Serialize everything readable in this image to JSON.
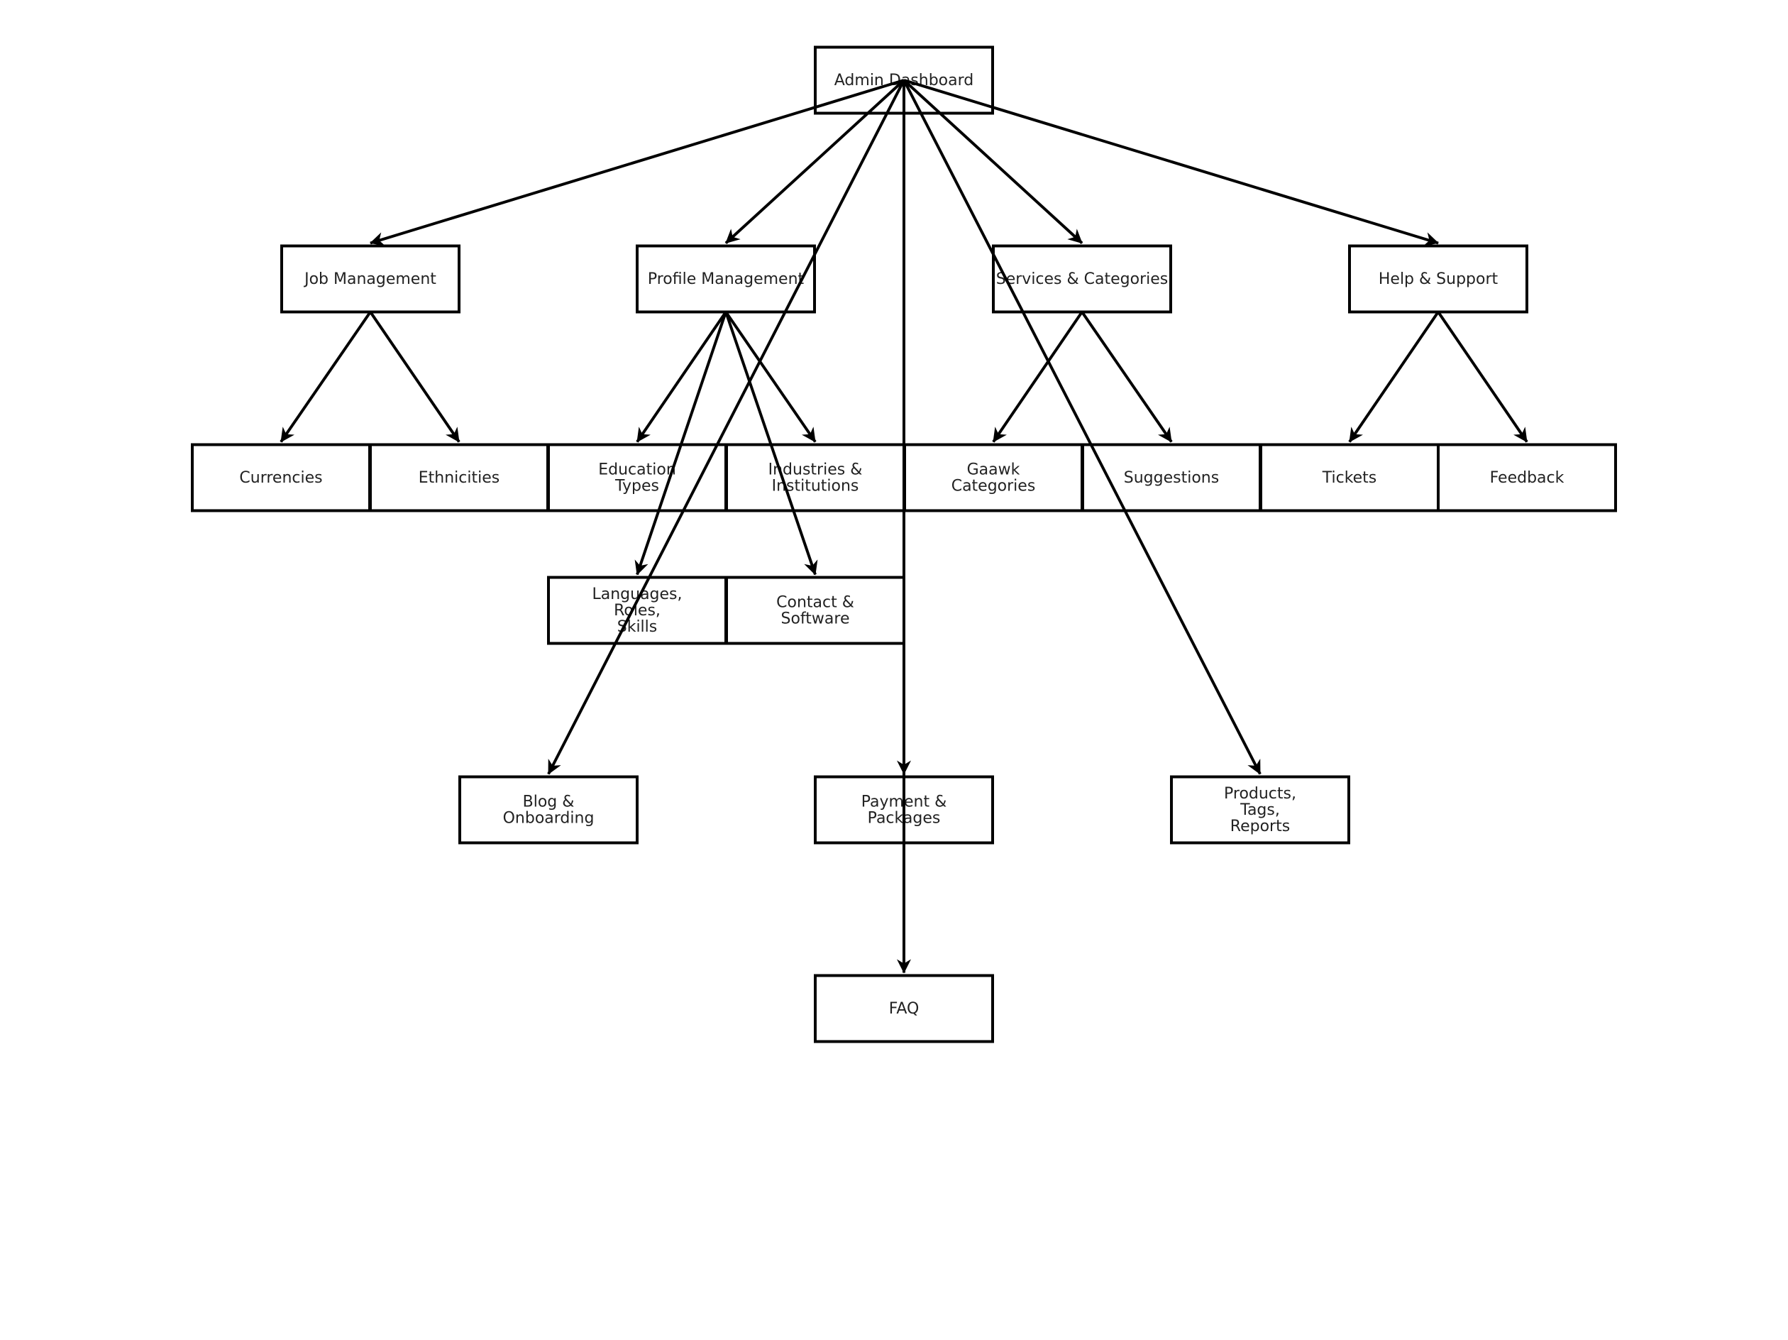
{
  "diagram": {
    "colors": {
      "background": "#ffffff",
      "stroke": "#000000",
      "box_fill": "#ffffff",
      "text": "#222222"
    },
    "nodes": [
      {
        "id": "admin-dashboard",
        "label": [
          "Admin Dashboard"
        ]
      },
      {
        "id": "job-management",
        "label": [
          "Job Management"
        ]
      },
      {
        "id": "profile-management",
        "label": [
          "Profile Management"
        ]
      },
      {
        "id": "services-categories",
        "label": [
          "Services & Categories"
        ]
      },
      {
        "id": "help-support",
        "label": [
          "Help & Support"
        ]
      },
      {
        "id": "currencies",
        "label": [
          "Currencies"
        ]
      },
      {
        "id": "ethnicities",
        "label": [
          "Ethnicities"
        ]
      },
      {
        "id": "education-types",
        "label": [
          "Education",
          "Types"
        ]
      },
      {
        "id": "industries-institutions",
        "label": [
          "Industries &",
          "Institutions"
        ]
      },
      {
        "id": "gaawk-categories",
        "label": [
          "Gaawk",
          "Categories"
        ]
      },
      {
        "id": "suggestions",
        "label": [
          "Suggestions"
        ]
      },
      {
        "id": "tickets",
        "label": [
          "Tickets"
        ]
      },
      {
        "id": "feedback",
        "label": [
          "Feedback"
        ]
      },
      {
        "id": "languages-roles-skills",
        "label": [
          "Languages,",
          "Roles,",
          "Skills"
        ]
      },
      {
        "id": "contact-software",
        "label": [
          "Contact &",
          "Software"
        ]
      },
      {
        "id": "blog-onboarding",
        "label": [
          "Blog &",
          "Onboarding"
        ]
      },
      {
        "id": "payment-packages",
        "label": [
          "Payment &",
          "Packages"
        ]
      },
      {
        "id": "products-tags-reports",
        "label": [
          "Products,",
          "Tags,",
          "Reports"
        ]
      },
      {
        "id": "faq",
        "label": [
          "FAQ"
        ]
      }
    ],
    "edges": [
      {
        "from": "admin-dashboard",
        "to": "job-management"
      },
      {
        "from": "admin-dashboard",
        "to": "profile-management"
      },
      {
        "from": "admin-dashboard",
        "to": "services-categories"
      },
      {
        "from": "admin-dashboard",
        "to": "help-support"
      },
      {
        "from": "admin-dashboard",
        "to": "blog-onboarding"
      },
      {
        "from": "admin-dashboard",
        "to": "payment-packages"
      },
      {
        "from": "admin-dashboard",
        "to": "products-tags-reports"
      },
      {
        "from": "admin-dashboard",
        "to": "faq"
      },
      {
        "from": "job-management",
        "to": "currencies"
      },
      {
        "from": "job-management",
        "to": "ethnicities"
      },
      {
        "from": "profile-management",
        "to": "education-types"
      },
      {
        "from": "profile-management",
        "to": "industries-institutions"
      },
      {
        "from": "profile-management",
        "to": "languages-roles-skills"
      },
      {
        "from": "profile-management",
        "to": "contact-software"
      },
      {
        "from": "services-categories",
        "to": "gaawk-categories"
      },
      {
        "from": "services-categories",
        "to": "suggestions"
      },
      {
        "from": "help-support",
        "to": "tickets"
      },
      {
        "from": "help-support",
        "to": "feedback"
      }
    ]
  }
}
